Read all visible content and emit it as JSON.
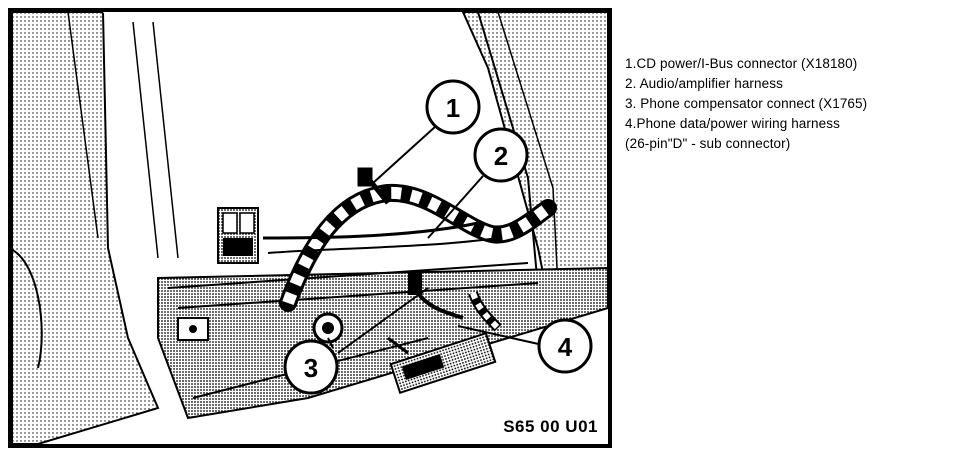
{
  "figure": {
    "code": "S65 00 U01",
    "callouts": [
      {
        "number": "1"
      },
      {
        "number": "2"
      },
      {
        "number": "3"
      },
      {
        "number": "4"
      }
    ]
  },
  "legend": [
    "1.CD power/I-Bus connector (X18180)",
    "2. Audio/amplifier harness",
    "3. Phone compensator connect (X1765)",
    "4.Phone data/power wiring harness",
    "(26-pin\"D\" - sub connector)"
  ],
  "colors": {
    "ink": "#000000",
    "paper": "#ffffff",
    "shade": "#e6e6e6"
  }
}
